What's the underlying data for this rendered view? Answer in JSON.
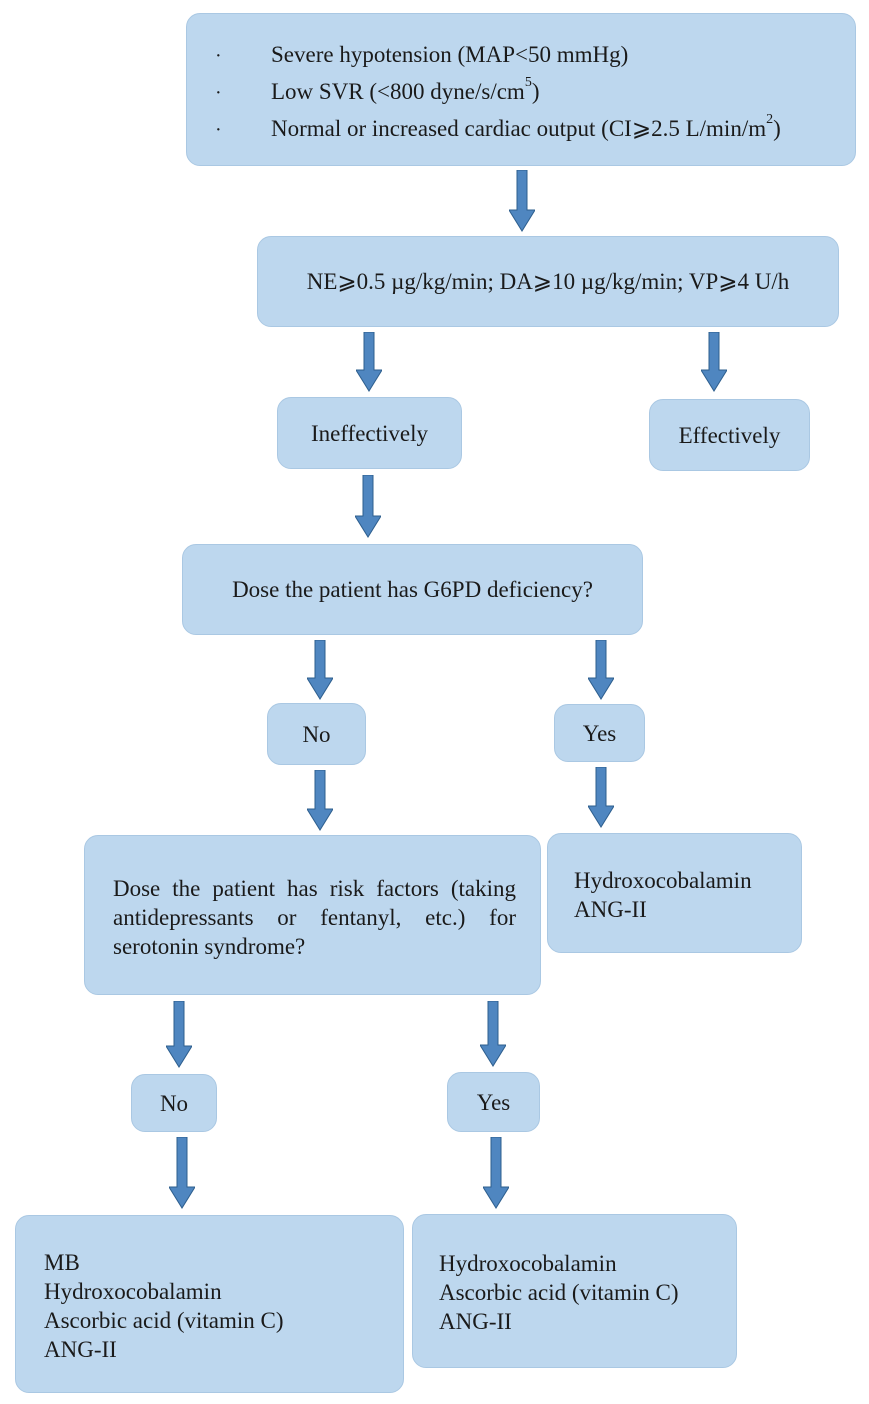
{
  "criteria": {
    "bullet": "·",
    "line1": "Severe hypotension (MAP<50 mmHg)",
    "line2_pre": "Low SVR (<800 dyne/s/cm",
    "line2_sup": "5",
    "line2_post": ")",
    "line3_pre": "Normal or increased cardiac output (CI⩾2.5 L/min/m",
    "line3_sup": "2",
    "line3_post": ")"
  },
  "vasopressor": "NE⩾0.5 µg/kg/min; DA⩾10 µg/kg/min; VP⩾4 U/h",
  "response": {
    "ineffective": "Ineffectively",
    "effective": "Effectively"
  },
  "g6pd": {
    "question": "Dose the patient has G6PD deficiency?",
    "no": "No",
    "yes": "Yes",
    "yes_treatment": [
      "Hydroxocobalamin",
      "ANG-II"
    ]
  },
  "serotonin": {
    "question_lines": [
      "Dose the patient has risk factors (taking",
      "antidepressants or fentanyl, etc.) for",
      "serotonin syndrome?"
    ],
    "no": "No",
    "yes": "Yes",
    "no_treatment": [
      "MB",
      "Hydroxocobalamin",
      "Ascorbic acid (vitamin C)",
      "ANG-II"
    ],
    "yes_treatment": [
      "Hydroxocobalamin",
      "Ascorbic acid (vitamin C)",
      "ANG-II"
    ]
  },
  "colors": {
    "box_fill": "#bdd7ee",
    "arrow_fill": "#4f86c0",
    "arrow_stroke": "#2e5f8e"
  }
}
